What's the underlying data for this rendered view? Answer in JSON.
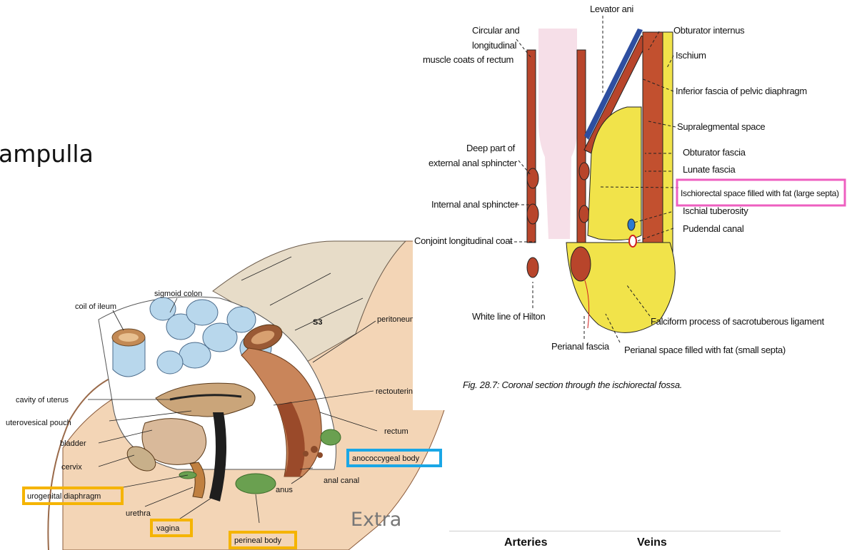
{
  "slide": {
    "heading_fragment": "ampulla",
    "extra_label": "Extra"
  },
  "sagittal_diagram": {
    "labels": {
      "sigmoid_colon": "sigmoid colon",
      "coil_of_ileum": "coil of ileum",
      "s3": "S3",
      "peritoneum": "peritoneum",
      "cavity_of_uterus": "cavity of uterus",
      "rectouterine_pouch": "rectouterine pouch",
      "uterovesical_pouch": "uterovesical pouch",
      "rectum": "rectum",
      "bladder": "bladder",
      "cervix": "cervix",
      "anococcygeal_body": "anococcygeal body",
      "anal_canal": "anal canal",
      "anus": "anus",
      "urogenital_diaphragm": "urogenital diaphragm",
      "urethra": "urethra",
      "vagina": "vagina",
      "perineal_body": "perineal body"
    },
    "highlight_colors": {
      "orange": "#f5b400",
      "blue": "#1aa7e6"
    }
  },
  "coronal_diagram": {
    "labels": {
      "levator_ani": "Levator ani",
      "obturator_internus": "Obturator internus",
      "circular_longitudinal_1": "Circular and",
      "circular_longitudinal_2": "longitudinal",
      "circular_longitudinal_3": "muscle coats of rectum",
      "ischium": "Ischium",
      "inferior_fascia": "Inferior fascia of pelvic diaphragm",
      "supralevator_space": "Supralegmental space",
      "deep_part_1": "Deep part of",
      "deep_part_2": "external anal sphincter",
      "obturator_fascia": "Obturator fascia",
      "lunate_fascia": "Lunate fascia",
      "ischiorectal_space": "Ischiorectal space filled with fat (large septa)",
      "internal_anal_sphincter": "Internal anal sphincter",
      "ischial_tuberosity": "Ischial tuberosity",
      "conjoint_coat": "Conjoint longitudinal coat",
      "pudendal_canal": "Pudendal canal",
      "white_line": "White line of Hilton",
      "falciform_process": "Falciform process of sacrotuberous ligament",
      "perianal_fascia": "Perianal fascia",
      "perianal_space": "Perianal space filled with fat (small septa)",
      "caption": "Fig. 28.7: Coronal section through the ischiorectal fossa."
    },
    "highlight_color": "#ee5fc0"
  },
  "table_header": {
    "arteries": "Arteries",
    "veins": "Veins"
  }
}
